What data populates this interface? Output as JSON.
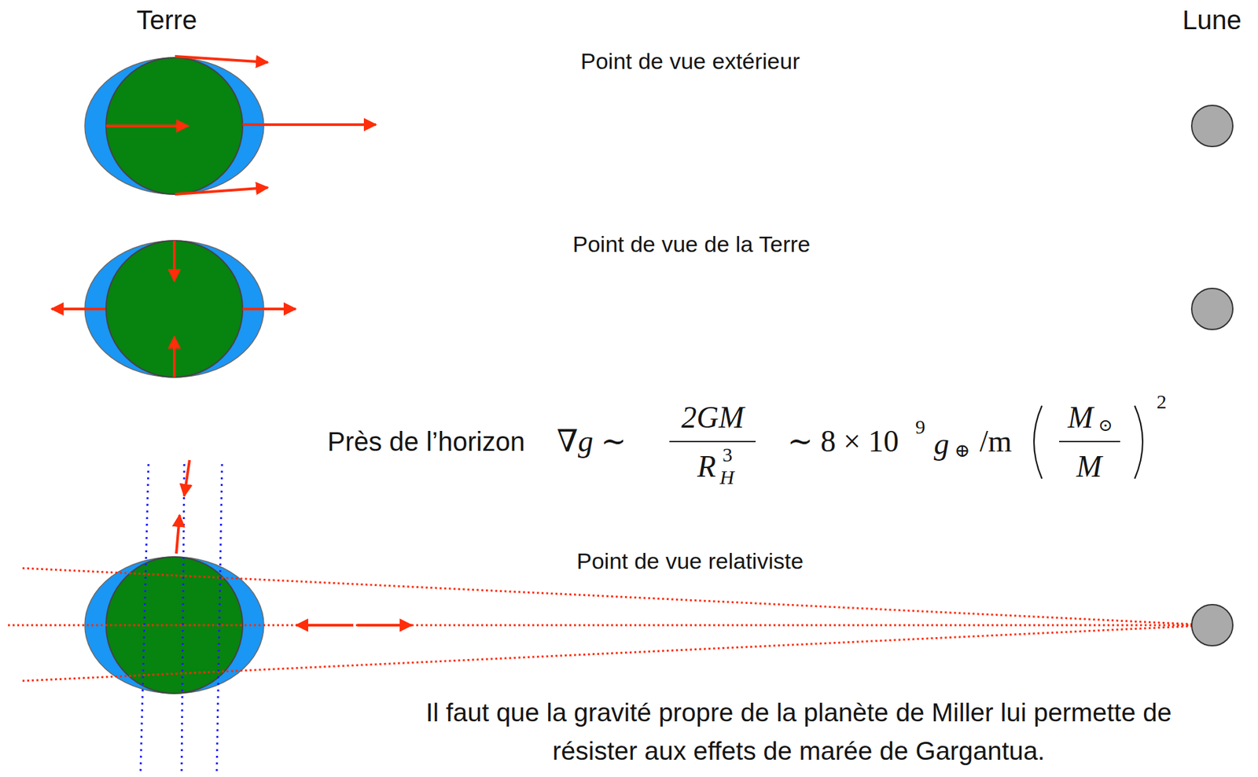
{
  "diagram": {
    "labels": [
      "Terre",
      "Lune",
      "Point de vue extérieur",
      "Point de vue de la Terre",
      "Près de l’horizon",
      "∇g ∼",
      "2GM",
      "R",
      "3",
      "H",
      "∼ 8 × 10",
      "9",
      "g",
      "⊕",
      "/m",
      "M",
      "⊙",
      "M",
      "2",
      "Point de vue relativiste",
      "Il faut que la gravité propre de la planète de Miller lui permette de résister aux effets de marée de Gargantua."
    ]
  }
}
